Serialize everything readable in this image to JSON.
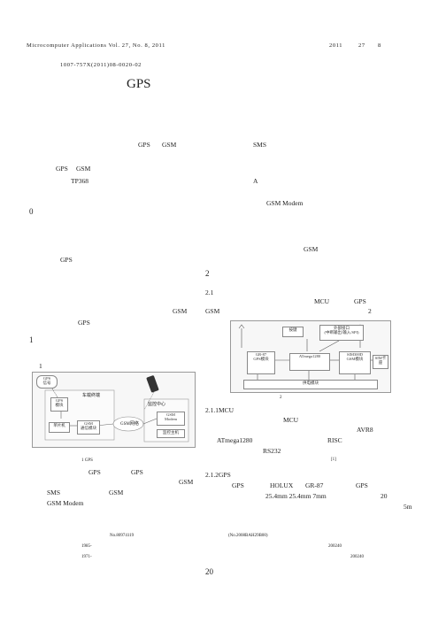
{
  "header": {
    "journal": "Microcomputer Applications Vol. 27, No. 8, 2011",
    "year": "2011",
    "p27": "27",
    "p8": "8",
    "article_no": "1007-757X(2011)08-0020-02"
  },
  "title": "GPS",
  "abstract": {
    "gps": "GPS",
    "gsm": "GSM",
    "sms": "SMS",
    "kw_gps": "GPS",
    "kw_gsm": "GSM",
    "clc": "TP368",
    "doc_code": "A"
  },
  "left": {
    "sec0": "0",
    "gps1": "GPS",
    "gsm1": "GSM",
    "gps2": "GPS",
    "sec1": "1",
    "fig1_ref": "1",
    "fig1_caption": "1 GPS",
    "gps3": "GPS",
    "gps4": "GPS",
    "gsm2": "GSM",
    "sms": "SMS",
    "gsm3": "GSM",
    "gsm_modem": "GSM Modem"
  },
  "fig1": {
    "gps_sat": "GPS",
    "signal": "信号",
    "vehicle": "车载终端",
    "gps_mod": "GPS",
    "gps_mod2": "模块",
    "mcu": "单片机",
    "gsm_term": "GSM",
    "gsm_term2": "通信模块",
    "gsm_net": "GSM网络",
    "center": "监控中心",
    "modem": "GSM",
    "modem2": "Modem",
    "pc": "监控主机"
  },
  "right": {
    "gsm_modem": "GSM Modem",
    "gsm": "GSM",
    "sec2": "2",
    "sec21": "2.1",
    "mcu": "MCU",
    "gps": "GPS",
    "gsm2": "GSM",
    "fig2_ref": "2",
    "fig2_caption": "2",
    "sec211": "2.1.1MCU",
    "mcu2": "MCU",
    "avr": "AVR8",
    "atmega": "ATmega1280",
    "risc": "RISC",
    "rs232": "RS232",
    "ref1": "[1]",
    "sec212": "2.1.2GPS",
    "gps2": "GPS",
    "holux": "HOLUX",
    "gr87": "GR-87",
    "gps3": "GPS",
    "dims": "25.4mm  25.4mm  7mm",
    "n20": "20",
    "n5m": "5m"
  },
  "fig2": {
    "keyboard": "按键",
    "ext": "外部接口",
    "ext_sub": "(中断输出/输入/SPI)",
    "gr87": "GR-87",
    "gr87b": "GPS模块",
    "mega": "ATmega1280",
    "sim": "SIM300D",
    "simb": "GSM模块",
    "simcard": "SIM卡",
    "simcard2": "座",
    "power": "供电模块"
  },
  "footer": {
    "fund": "No.80974119",
    "fund2": "(No.2008BAH29B00)",
    "a1": "1985-",
    "a2": "1971-",
    "z1": "200240",
    "z2": "200240",
    "page": "20"
  }
}
